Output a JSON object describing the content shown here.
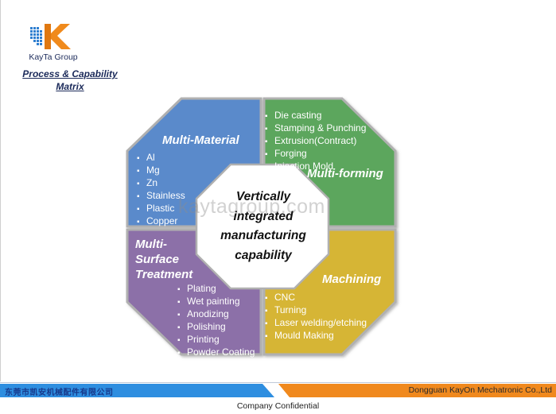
{
  "brand": {
    "logo_name": "KayTa Group"
  },
  "title": {
    "line1": "Process & Capability",
    "line2": "Matrix"
  },
  "quadrants": {
    "material": {
      "title": "Multi-Material",
      "items": [
        "Al",
        "Mg",
        "Zn",
        "Stainless",
        "Plastic",
        "Copper"
      ],
      "color": "#5a8acb"
    },
    "forming": {
      "title": "Multi-forming",
      "items": [
        "Die casting",
        "Stamping & Punching",
        "Extrusion(Contract)",
        "Forging",
        "Injection Mold"
      ],
      "color": "#5ca65d"
    },
    "surface": {
      "title_lines": [
        "Multi-",
        "Surface",
        "Treatment"
      ],
      "items": [
        "Plating",
        "Wet painting",
        "Anodizing",
        "Polishing",
        "Printing",
        "Powder Coating"
      ],
      "color": "#8c6fa8"
    },
    "machining": {
      "title": "Machining",
      "items": [
        "CNC",
        "Turning",
        "Laser welding/etching",
        "Mould Making"
      ],
      "color": "#d6b534"
    }
  },
  "center": {
    "lines": [
      "Vertically",
      "integrated",
      "manufacturing",
      "capability"
    ]
  },
  "watermark": "kaytagroup.com",
  "footer": {
    "left_text": "东莞市凯安机械配件有限公司",
    "right_text": "Dongguan KayOn Mechatronic Co.,Ltd",
    "note": "Company Confidential",
    "left_color": "#2e8ee0",
    "right_color": "#f0891e"
  }
}
